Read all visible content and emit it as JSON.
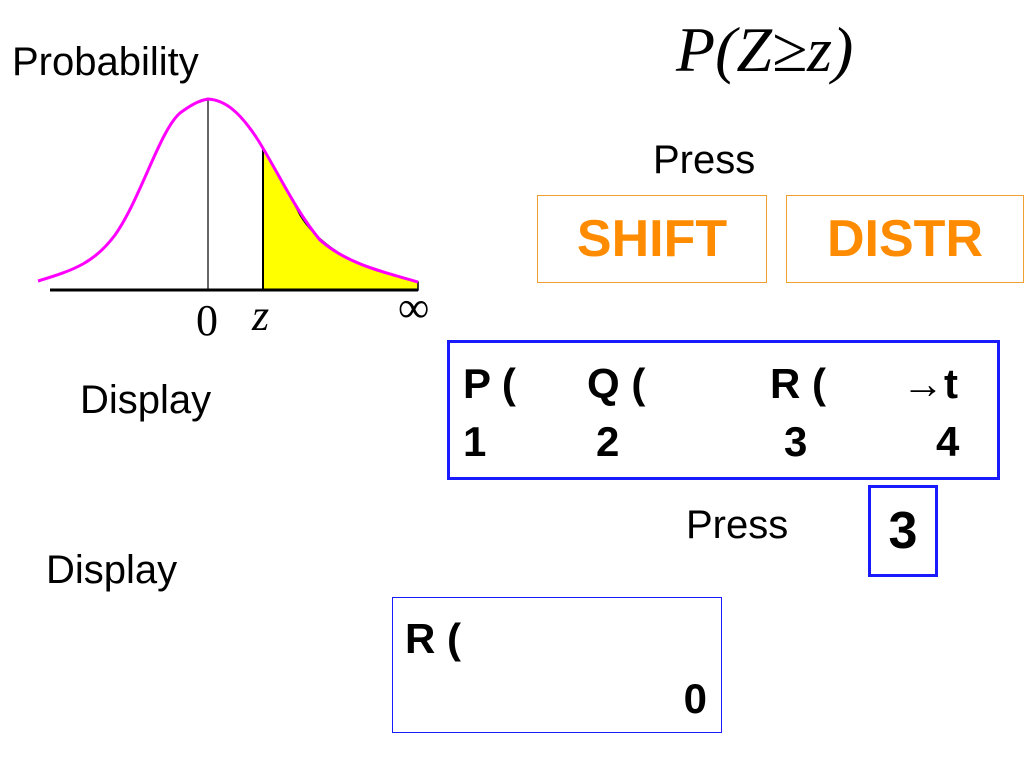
{
  "diagram": {
    "title": "Probability",
    "axis_labels": {
      "zero": "0",
      "z": "z",
      "infinity": "∞"
    },
    "colors": {
      "curve": "#ff00ff",
      "shaded_area": "#ffff00",
      "axis": "#000000"
    }
  },
  "formula": "P(Z≥z)",
  "step1": {
    "press_label": "Press",
    "keys": [
      "SHIFT",
      "DISTR"
    ],
    "display_label": "Display",
    "display": {
      "row1": [
        "P (",
        "Q (",
        "R (",
        "→t"
      ],
      "row2": [
        "1",
        "2",
        "3",
        "4"
      ]
    }
  },
  "step2": {
    "press_label": "Press",
    "key": "3",
    "display_label": "Display",
    "display": {
      "line1": "R (",
      "line2": "0"
    }
  },
  "colors": {
    "key_text": "#ff8c00",
    "key_border": "#f0a030",
    "display_border": "#1a1aff"
  }
}
